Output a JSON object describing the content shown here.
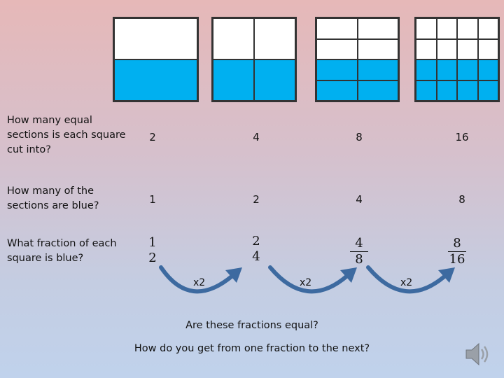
{
  "colors": {
    "blue_section": "#00b0f0",
    "arrow": "#3d6aa0"
  },
  "squares": [
    {
      "sections": 2,
      "blue": 1
    },
    {
      "sections": 4,
      "blue": 2
    },
    {
      "sections": 8,
      "blue": 4
    },
    {
      "sections": 16,
      "blue": 8
    }
  ],
  "questions": {
    "q1": "How many equal sections is each square cut into?",
    "q2": "How many of the sections are blue?",
    "q3": "What fraction of each square is blue?"
  },
  "row_sections": [
    "2",
    "4",
    "8",
    "16"
  ],
  "row_blue": [
    "1",
    "2",
    "4",
    "8"
  ],
  "fractions": [
    {
      "num": "1",
      "den": "2"
    },
    {
      "num": "2",
      "den": "4"
    },
    {
      "num": "4",
      "den": "8"
    },
    {
      "num": "8",
      "den": "16"
    }
  ],
  "multipliers": [
    "x2",
    "x2",
    "x2"
  ],
  "bottom": {
    "line1": "Are these fractions equal?",
    "line2": "How do you get from one fraction to the next?"
  },
  "icons": {
    "audio": "speaker-icon"
  }
}
